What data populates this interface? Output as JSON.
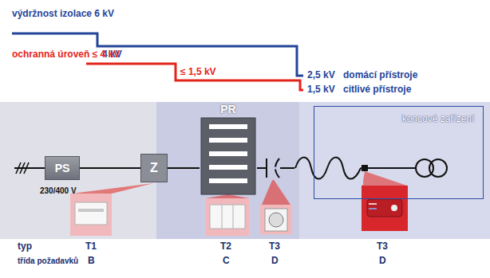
{
  "diagram": {
    "nodes": [
      {
        "text": [
          "PS"
        ]
      },
      {
        "text": [
          "Z"
        ]
      },
      {
        "text": [
          "PR"
        ]
      },
      {
        "text": [
          "koncové zařízení"
        ]
      }
    ],
    "edges": [
      {
        "from": 0,
        "to": 1,
        "arrow": "none"
      },
      {
        "from": 1,
        "to": 2,
        "arrow": "none"
      },
      {
        "from": 2,
        "to": 3,
        "arrow": "none"
      }
    ],
    "labels": [
      "výdržnost izolace 6 kV",
      "4 kV",
      "ochranná úroveň ≤ 4 kV",
      "≤ 1,5 kV",
      "2,5 kV",
      "domácí přístroje",
      "1,5 kV",
      "citlivé přístroje",
      "230/400 V",
      "typ",
      "T1",
      "T2",
      "T3",
      "T3",
      "třída požadavků",
      "B",
      "C",
      "D",
      "D"
    ]
  }
}
